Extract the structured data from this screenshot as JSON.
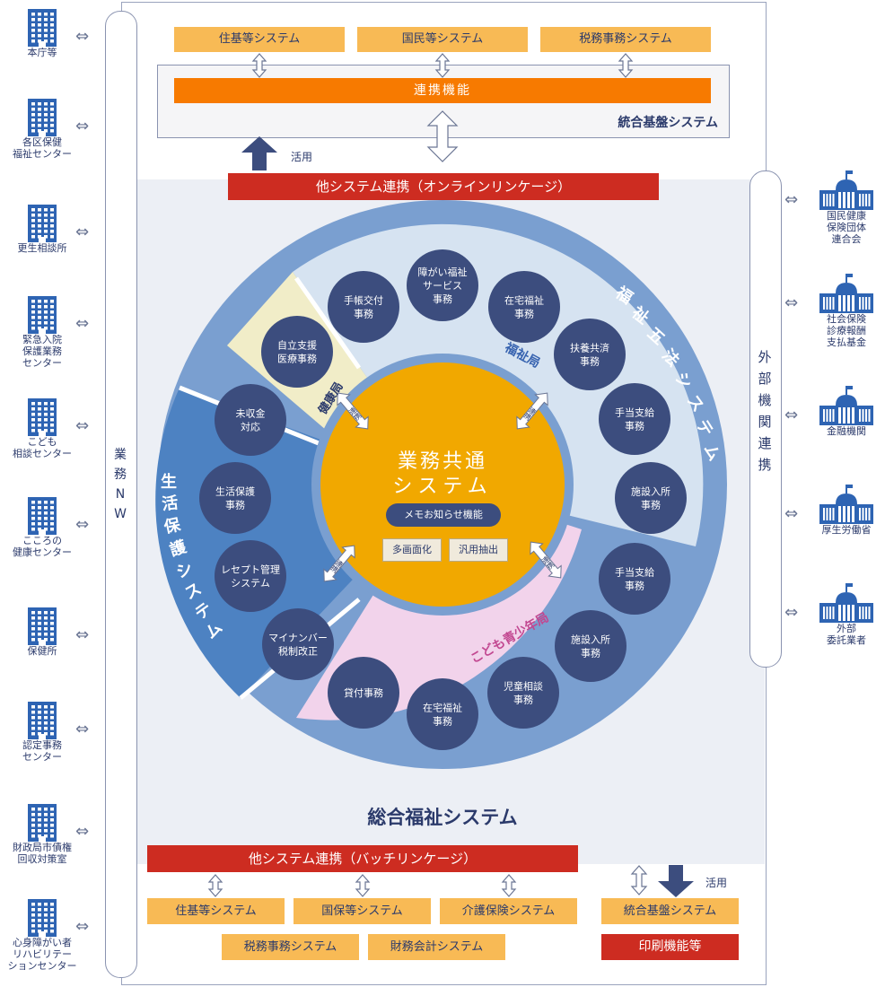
{
  "left_facilities": [
    "本庁等",
    "各区保健\n福祉センター",
    "更生相談所",
    "緊急入院\n保護業務\nセンター",
    "こども\n相談センター",
    "こころの\n健康センター",
    "保健所",
    "認定事務\nセンター",
    "財政局市債権\n回収対策室",
    "心身障がい者\nリハビリテー\nションセンター"
  ],
  "left_network_label": "業\n務\nN\nW",
  "right_network_label": "外\n部\n機\n関\n連\n携",
  "right_facilities": [
    "国民健康\n保険団体\n連合会",
    "社会保険\n診療報酬\n支払基金",
    "金融機関",
    "厚生労働省",
    "外部\n委託業者"
  ],
  "top": {
    "systems": [
      "住基等システム",
      "国民等システム",
      "税務事務システム"
    ],
    "renkei": "連携機能",
    "kiban_label": "統合基盤システム",
    "katsuyo": "活用",
    "online": "他システム連携（オンラインリンケージ）"
  },
  "center": {
    "core_title_1": "業務共通",
    "core_title_2": "システム",
    "memo": "メモお知らせ機能",
    "multi": "多画面化",
    "extract": "汎用抽出",
    "renkei_tag": "連携",
    "fukushi_kyoku": "福祉局",
    "kenko_kyoku": "健康局",
    "kodomo_kyoku": "こども青少年局",
    "fukushi_goho": "福祉五法システム",
    "seikatsu_hogo": "生活保護システム",
    "total_title": "総合福祉システム",
    "nodes": {
      "techo": "手帳交付\n事務",
      "shogai": "障がい福祉\nサービス\n事務",
      "zaitaku1": "在宅福祉\n事務",
      "fuyo": "扶養共済\n事務",
      "teate1": "手当支給\n事務",
      "shisetsu1": "施設入所\n事務",
      "jiritsu": "自立支援\n医療事務",
      "mishu": "未収金\n対応",
      "seiho": "生活保護\n事務",
      "receipt": "レセプト管理\nシステム",
      "mynumber": "マイナンバー\n税制改正",
      "teate2": "手当支給\n事務",
      "shisetsu2": "施設入所\n事務",
      "jido": "児童相談\n事務",
      "zaitaku2": "在宅福祉\n事務",
      "kashitsuke": "貸付事務"
    }
  },
  "bottom": {
    "batch": "他システム連携（バッチリンケージ）",
    "row1": [
      "住基等システム",
      "国保等システム",
      "介護保険システム"
    ],
    "row2": [
      "税務事務システム",
      "財務会計システム"
    ],
    "katsuyo": "活用",
    "kiban": "統合基盤システム",
    "print": "印刷機能等"
  },
  "colors": {
    "navy": "#2b3a6b",
    "orange": "#f77a00",
    "yellow_box": "#f8ba55",
    "red": "#cd2c21",
    "core": "#f1a800",
    "ring": "#7a9fd0",
    "fukushi_bg": "#d6e3f1",
    "kodomo_bg": "#f2d3eb",
    "kenko_bg": "#f1edc8",
    "seiho_bg": "#4d82c2",
    "node": "#3c4d7e"
  }
}
